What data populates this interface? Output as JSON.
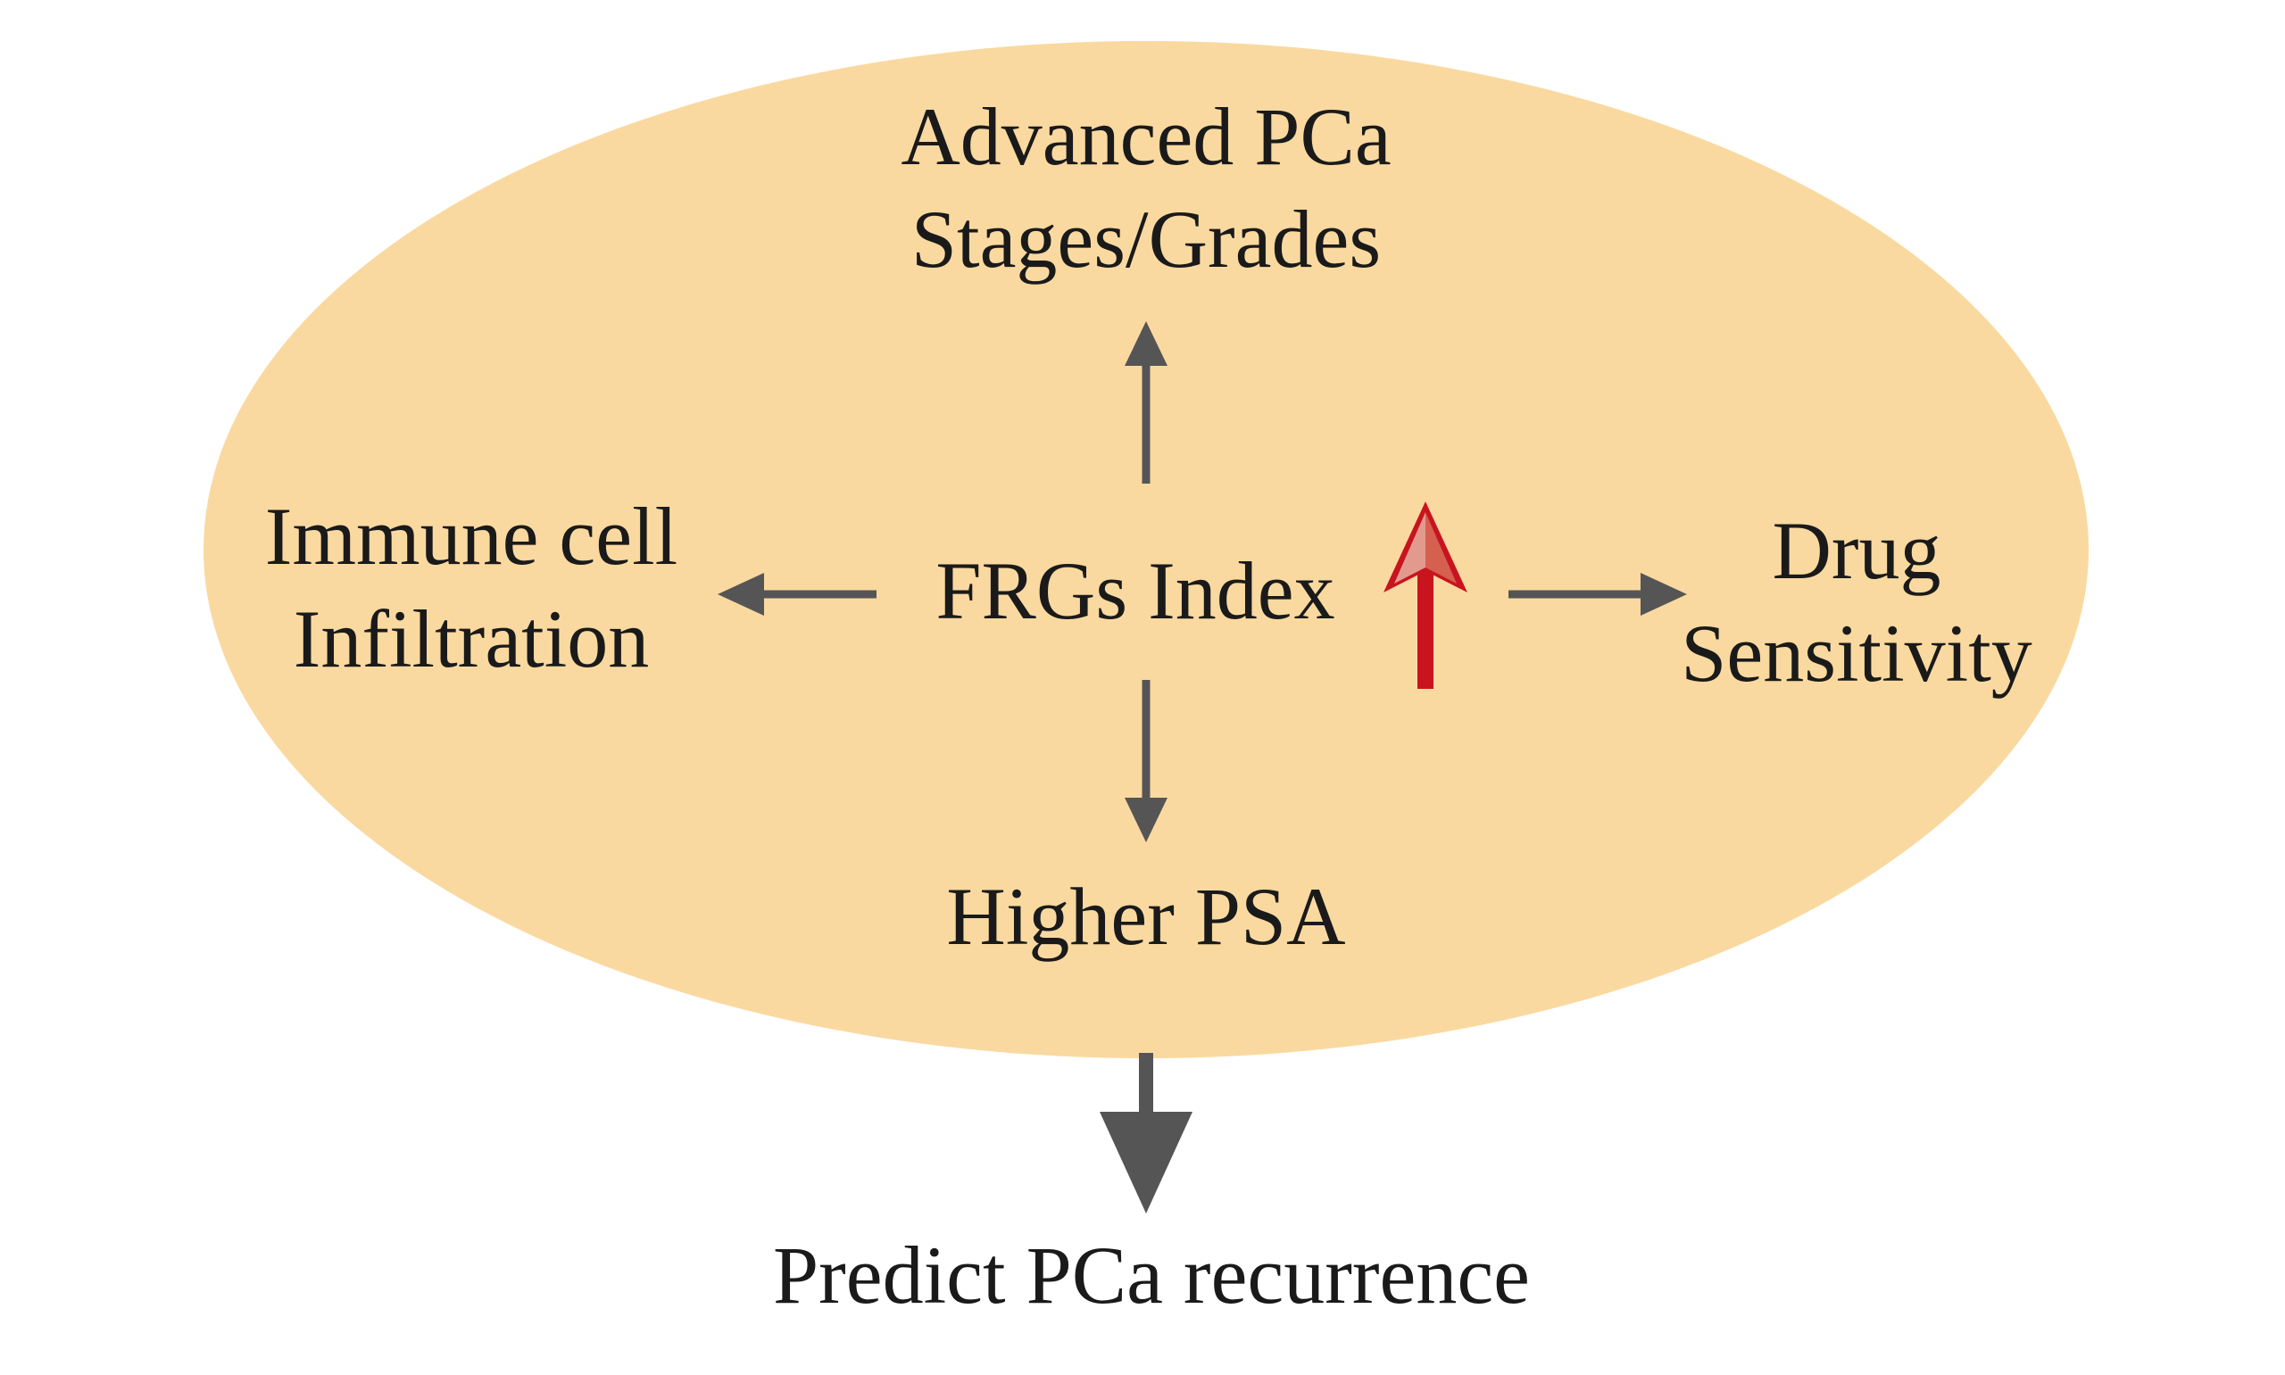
{
  "diagram": {
    "center_label": "FRGs Index",
    "top_label": [
      "Advanced PCa",
      "Stages/Grades"
    ],
    "left_label": [
      "Immune cell",
      "Infiltration"
    ],
    "right_label": [
      "Drug",
      "Sensitivity"
    ],
    "bottom_label": "Higher PSA",
    "outcome_label": "Predict PCa recurrence",
    "colors": {
      "ellipse_fill": "#fad9a0",
      "arrow_gray": "#555555",
      "up_arrow_red": "#c8141e",
      "up_arrow_head_light": "#e39a8e",
      "text": "#1a1a1a"
    }
  }
}
